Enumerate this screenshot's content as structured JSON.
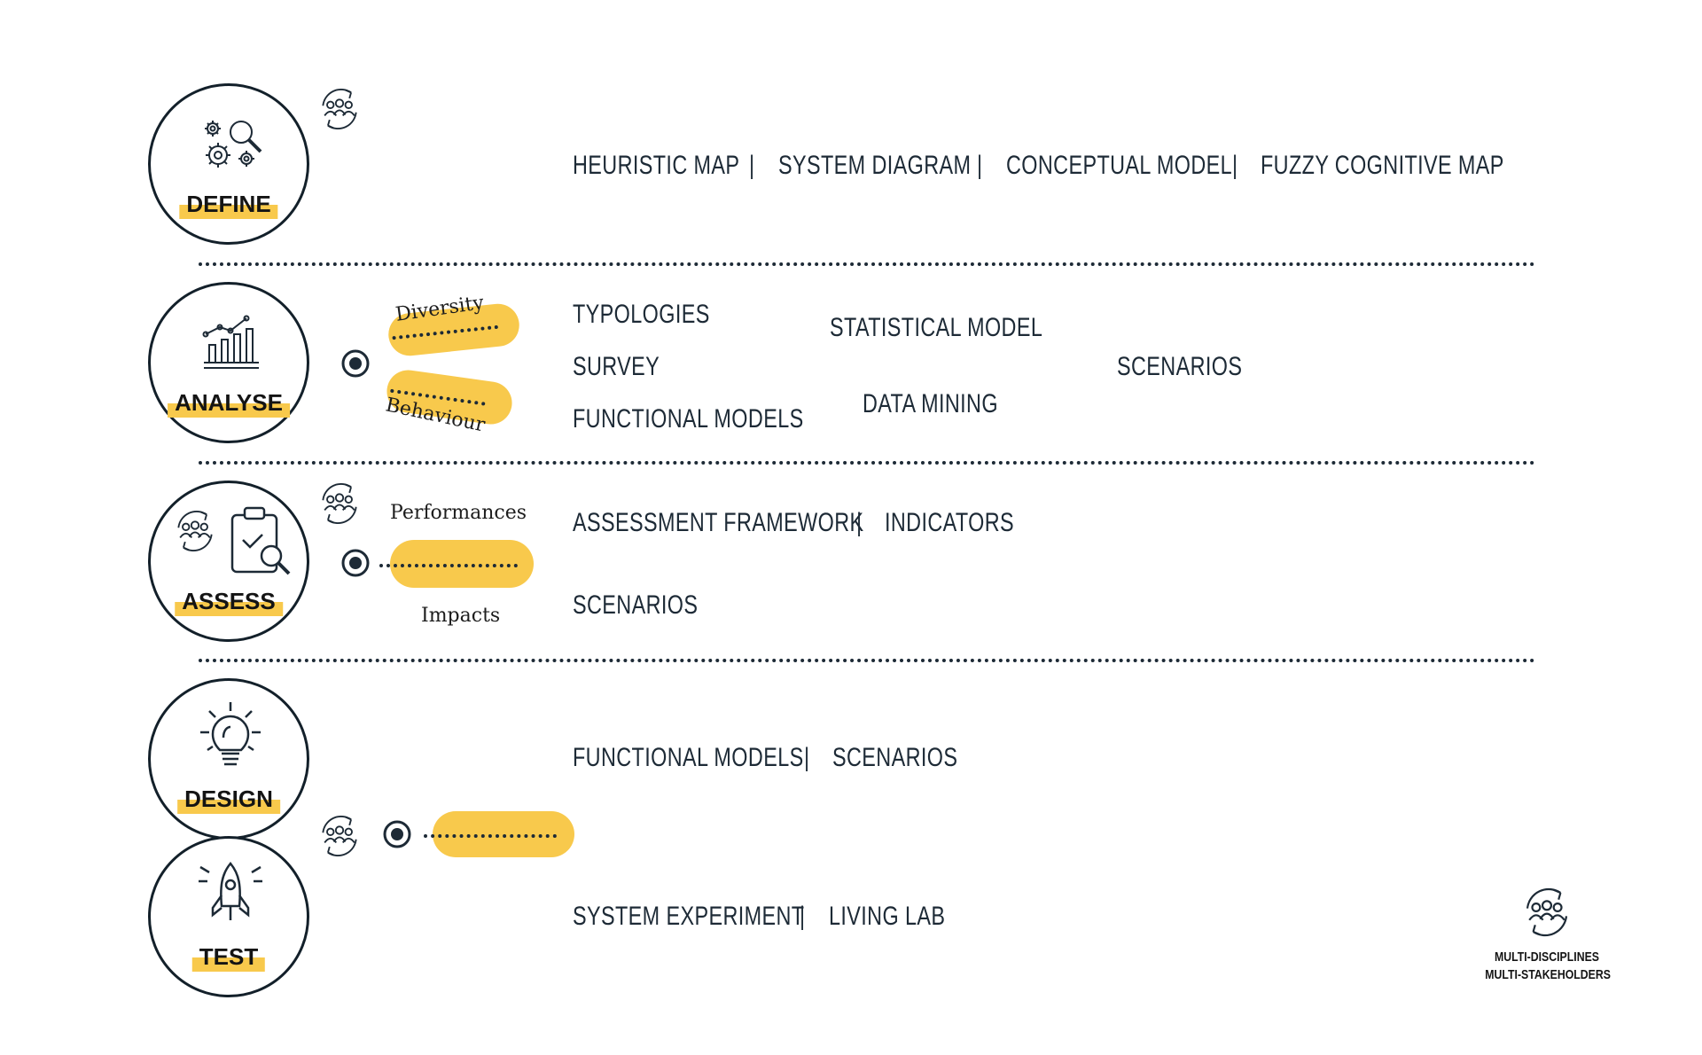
{
  "phases": [
    {
      "label": "DEFINE",
      "icon": "gears-search-icon"
    },
    {
      "label": "ANALYSE",
      "icon": "bar-chart-icon"
    },
    {
      "label": "ASSESS",
      "icon": "clipboard-check-icon"
    },
    {
      "label": "DESIGN",
      "icon": "lightbulb-icon"
    },
    {
      "label": "TEST",
      "icon": "rocket-icon"
    }
  ],
  "define": {
    "tools": [
      "HEURISTIC MAP",
      "SYSTEM DIAGRAM",
      "CONCEPTUAL MODEL",
      "FUZZY COGNITIVE MAP"
    ],
    "separator": "|"
  },
  "analyse": {
    "pill_labels": [
      "Diversity",
      "Behaviour"
    ],
    "tools_col1": [
      "TYPOLOGIES",
      "SURVEY",
      "FUNCTIONAL MODELS"
    ],
    "tools_col2": [
      "STATISTICAL MODEL",
      "DATA MINING"
    ],
    "tools_col3": [
      "SCENARIOS"
    ]
  },
  "assess": {
    "pill_labels": [
      "Performances",
      "Impacts"
    ],
    "tools_row1": [
      "ASSESSMENT FRAMEWORK",
      "INDICATORS"
    ],
    "tools_row2": [
      "SCENARIOS"
    ],
    "separator": "|"
  },
  "design": {
    "tools": [
      "FUNCTIONAL MODELS",
      "SCENARIOS"
    ],
    "separator": "|"
  },
  "test": {
    "tools": [
      "SYSTEM EXPERIMENT",
      "LIVING LAB"
    ],
    "separator": "|"
  },
  "legend": {
    "icon": "people-cycle-icon",
    "lines": [
      "MULTI-DISCIPLINES",
      "MULTI-STAKEHOLDERS"
    ]
  },
  "colors": {
    "accent_yellow": "#f8c94c",
    "ink": "#13202a"
  }
}
